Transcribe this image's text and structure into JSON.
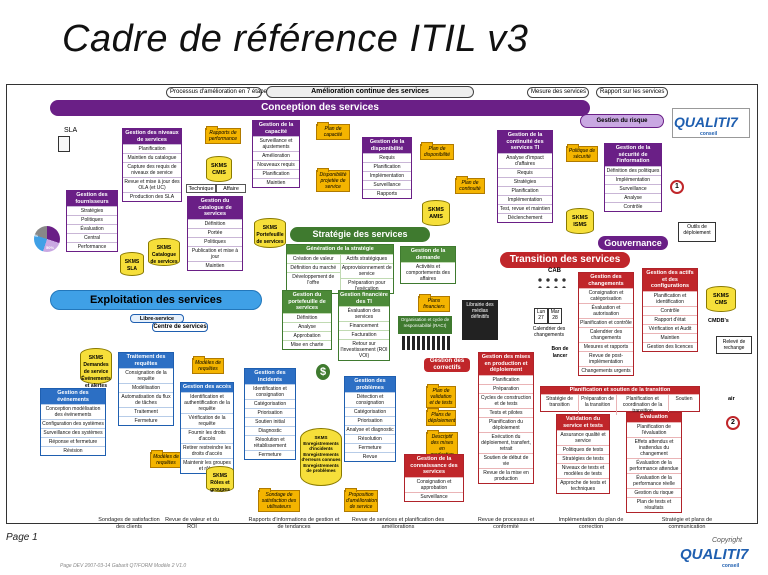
{
  "title": "Cadre de référence ITIL v3",
  "top_pills": {
    "processus": "Processus d'amélioration en 7 étapes",
    "amelioration": "Amélioration continue des services",
    "mesure": "Mesure des services",
    "rapport": "Rapport sur les services"
  },
  "bars": {
    "conception": "Conception des services",
    "strategie": "Stratégie des services",
    "exploitation": "Exploitation des services",
    "transition": "Transition des services",
    "gouvernance": "Gouvernance",
    "libre_service": "Libre-service",
    "centre": "Centre de services",
    "gestion_risque": "Gestion du risque",
    "generation": "Génération de la stratégie",
    "planification_transition": "Planification et soutien de la transition"
  },
  "labels": {
    "sla": "SLA",
    "technique": "Technique",
    "affaire": "Affaire",
    "cab": "CAB",
    "bon_lancer": "Bon de lancer",
    "calendrier": "Calendrier des changements",
    "librairie": "Librairie des médias définitifs",
    "outils": "Outils de déploiement",
    "releve": "Relevé de rechange",
    "air": "air",
    "page": "Page 1",
    "meta": "Page DEV 2007-03-14 Gabarit QT/FORM Modèle 2 V1.0",
    "copyright": "Copyright",
    "logo": "QUALITI7",
    "logo_sub": "conseil",
    "lun": "Lun",
    "lun_num": "27",
    "mar": "Mar",
    "mar_num": "28",
    "circle1": "1",
    "circle2a": "2",
    "circle2b": "2",
    "pct": "30%",
    "pct2": "50%",
    "dollar": "$",
    "org": "Organisation et cycle de responsabilité (RACI)"
  },
  "cylinders": {
    "smsk_cmis": "SKMS CMIS",
    "skms_portefeuille": "SKMS Portefeuille de services",
    "skms_sla": "SKMS SLA",
    "skms_catalogue": "SKMS Catalogue de services",
    "skms_amis": "SKMS AMIS",
    "skms_isms": "SKMS ISMS",
    "skms_demandes": "SKMS Demandes de service Événements et alertes",
    "skms_incidents": "SKMS Enregistrements d'incidents Enregistrements d'erreurs connues Enregistrements de problèmes",
    "skms_cms": "SKMS CMS",
    "skms_roles": "SKMS Rôles et groupes",
    "cmdb": "CMDB's"
  },
  "notes": {
    "rapports_perf": "Rapports de performance",
    "plan_capacite": "Plan de capacité",
    "plan_dispo": "Plan de disponibilité",
    "dispo_service": "Disponibilité projetée de service",
    "plan_continuite": "Plan de continuité",
    "politique_securite": "Politique de sécurité",
    "plans_financiers": "Plans financiers",
    "modeles_requetes": "Modèles de requêtes",
    "modeles_requetes2": "Modèles de requêtes",
    "plan_validation": "Plan de validation et de tests",
    "plan_deploiement": "Plans de déploiement",
    "descriptif_mises": "Descriptif des mises en production",
    "proposition_amelioration": "Proposition d'amélioration de service",
    "sondage": "Sondage de satisfaction des utilisateurs"
  },
  "boxes": {
    "niveaux": {
      "head": "Gestion des niveaux de services",
      "items": [
        "Planification",
        "Maintien du catalogue",
        "Capture des requis de niveaux de service",
        "Revue et mise à jour des OLA (et UC)",
        "Production des SLA"
      ]
    },
    "capacite": {
      "head": "Gestion de la capacité",
      "items": [
        "Surveillance et ajustements",
        "Amélioration",
        "Nouveaux requis",
        "Planification",
        "Maintien"
      ]
    },
    "disponibilite": {
      "head": "Gestion de la disponibilité",
      "items": [
        "Requis",
        "Planification",
        "Implémentation",
        "Surveillance",
        "Rapports"
      ]
    },
    "continuite": {
      "head": "Gestion de la continuité des services TI",
      "items": [
        "Analyse d'impact d'affaires",
        "Requis",
        "Stratégies",
        "Planification",
        "Implémentation",
        "Test, revue et maintien",
        "Déclenchement"
      ]
    },
    "securite": {
      "head": "Gestion de la sécurité de l'information",
      "items": [
        "Définition des politiques",
        "Implémentation",
        "Surveillance",
        "Analyse",
        "Contrôle"
      ]
    },
    "fournisseurs": {
      "head": "Gestion des fournisseurs",
      "items": [
        "Stratégies",
        "Politiques",
        "Évaluation",
        "Central",
        "Performance"
      ]
    },
    "catalogue": {
      "head": "Gestion du catalogue de services",
      "items": [
        "Définition",
        "Portée",
        "Politiques",
        "Publication et mise à jour",
        "Maintien"
      ]
    },
    "generation": {
      "items": [
        "Création de valeur",
        "Définition du marché",
        "Développement de l'offre",
        "Actifs stratégiques",
        "Approvisionnement de service",
        "Préparation pour l'exécution"
      ]
    },
    "demande": {
      "head": "Gestion de la demande",
      "items": [
        "Activités et comportements des affaires"
      ]
    },
    "portefeuille": {
      "head": "Gestion du portefeuille de services",
      "items": [
        "Définition",
        "Analyse",
        "Approbation",
        "Mise en charte"
      ]
    },
    "financiere": {
      "head": "Gestion financière des TI",
      "items": [
        "Évaluation des services",
        "Financement",
        "Facturation",
        "Retour sur l'investissement (ROI VOI)"
      ]
    },
    "changements": {
      "head": "Gestion des changements",
      "items": [
        "Consignation et catégorisation",
        "Évaluation et autorisation",
        "Planification et contrôle",
        "Calendrier des changements",
        "Mesures et rapports",
        "Revue de post-implémentation",
        "Changements urgents"
      ]
    },
    "actifs": {
      "head": "Gestion des actifs et des configurations",
      "items": [
        "Planification et identification",
        "Contrôle",
        "Rapport d'état",
        "Vérification et Audit",
        "Maintien",
        "Gestion des licences"
      ]
    },
    "evenements": {
      "head": "Gestion des événements",
      "items": [
        "Conception modélisation des événements",
        "Configuration des systèmes",
        "Surveillance des systèmes",
        "Réponse et fermeture",
        "Révision"
      ]
    },
    "requetes": {
      "head": "Traitement des requêtes",
      "items": [
        "Consignation de la requête",
        "Modélisation",
        "Automatisation du flux de tâches",
        "Traitement",
        "Fermeture"
      ]
    },
    "acces": {
      "head": "Gestion des accès",
      "items": [
        "Identification et authentification de la requête",
        "Vérification de la requête",
        "Fournir les droits d'accès",
        "Retirer restreindre les droits d'accès",
        "Maintenir les groupes et rôles"
      ]
    },
    "incidents": {
      "head": "Gestion des incidents",
      "items": [
        "Identification et consignation",
        "Catégorisation",
        "Priorisation",
        "Soutien initial",
        "Diagnostic",
        "Résolution et rétablissement",
        "Fermeture"
      ]
    },
    "problemes": {
      "head": "Gestion des problèmes",
      "items": [
        "Détection et consignation",
        "Catégorisation",
        "Priorisation",
        "Analyse et diagnostic",
        "Résolution",
        "Fermeture",
        "Revue"
      ]
    },
    "mises": {
      "head": "Gestion des mises en production et déploiement",
      "items": [
        "Planification",
        "Préparation",
        "Cycles de construction et de tests",
        "Tests et pilotes",
        "Planification du déploiement",
        "Exécution du déploiement, transfert, retrait",
        "Soutien de début de vie",
        "Revue de la mise en production"
      ]
    },
    "connaissance": {
      "head": "Gestion de la connaissance des services",
      "items": [
        "Consignation et approbation",
        "Surveillance"
      ]
    },
    "planif_items": [
      "Stratégie de transition",
      "Préparation de la transition",
      "Planification et coordination de la transition",
      "Soutien"
    ],
    "validation": {
      "head": "Validation du service et tests",
      "items": [
        "Assurance qualité et service",
        "Politiques de tests",
        "Stratégies de tests",
        "Niveaux de tests et modèles de tests",
        "Approche de tests et techniques"
      ]
    },
    "evaluation": {
      "head": "Évaluation",
      "items": [
        "Planification de l'évaluation",
        "Effets attendus et inattendus du changement",
        "Évaluation de la performance attendue",
        "Évaluation de la performance réelle",
        "Gestion du risque",
        "Plan de tests et résultats"
      ]
    },
    "correctifs": "Gestion des correctifs"
  },
  "bottom_row": [
    "Sondages de satisfaction des clients",
    "Revue de valeur et du ROI",
    "Rapports d'informations de gestion et de tendances",
    "Revue de services et planification des améliorations",
    "Revue de processus et conformité",
    "Implémentation du plan de correction",
    "Stratégie et plans de communication"
  ],
  "colors": {
    "purple": "#6a1f86",
    "red": "#c0262a",
    "blue": "#3fa0e6",
    "green": "#3f7a2f",
    "yellow": "#f6df3a",
    "orange": "#f4b400"
  }
}
